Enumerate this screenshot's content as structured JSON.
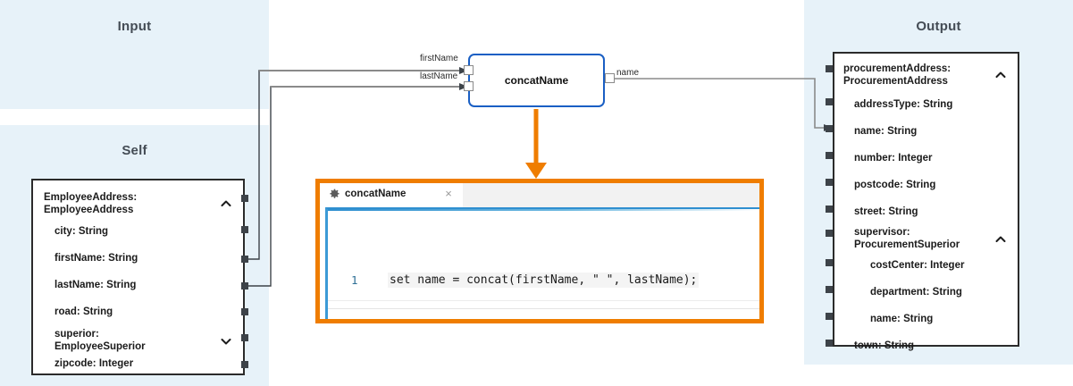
{
  "lanes": {
    "input": {
      "title": "Input"
    },
    "self": {
      "title": "Self"
    },
    "output": {
      "title": "Output"
    }
  },
  "self_box": {
    "root": {
      "label": "EmployeeAddress:\nEmployeeAddress",
      "expanded": true,
      "chevron": "chevron-up-icon"
    },
    "fields": [
      {
        "label": "city: String"
      },
      {
        "label": "firstName: String"
      },
      {
        "label": "lastName: String"
      },
      {
        "label": "road: String"
      },
      {
        "label": "superior:\nEmployeeSuperior",
        "expanded": false,
        "chevron": "chevron-down-icon"
      },
      {
        "label": "zipcode: Integer"
      }
    ]
  },
  "output_box": {
    "root": {
      "label": "procurementAddress:\nProcurementAddress",
      "expanded": true,
      "chevron": "chevron-up-icon"
    },
    "fields": [
      {
        "label": "addressType: String",
        "indent": 1
      },
      {
        "label": "name: String",
        "indent": 1
      },
      {
        "label": "number: Integer",
        "indent": 1
      },
      {
        "label": "postcode: String",
        "indent": 1
      },
      {
        "label": "street: String",
        "indent": 1
      },
      {
        "label": "supervisor:\nProcurementSuperior",
        "indent": 1,
        "expanded": true,
        "chevron": "chevron-up-icon"
      },
      {
        "label": "costCenter: Integer",
        "indent": 2
      },
      {
        "label": "department: String",
        "indent": 2
      },
      {
        "label": "name: String",
        "indent": 2
      },
      {
        "label": "town: String",
        "indent": 1
      }
    ]
  },
  "function_node": {
    "name": "concatName",
    "inputs": [
      {
        "label": "firstName"
      },
      {
        "label": "lastName"
      }
    ],
    "outputs": [
      {
        "label": "name"
      }
    ],
    "border_color": "#1a5fc4"
  },
  "editor": {
    "tab": {
      "title": "concatName",
      "gear": "gear-icon",
      "close": "×"
    },
    "line_number": "1",
    "code": "set name = concat(firstName, \" \", lastName);",
    "highlight_color": "#ef7d00"
  },
  "colors": {
    "lane_bg": "#e7f2f9",
    "node_border": "#1a5fc4",
    "accent_orange": "#ef7d00",
    "wire": "#7a7a7a",
    "wire_dark": "#3d4349"
  }
}
